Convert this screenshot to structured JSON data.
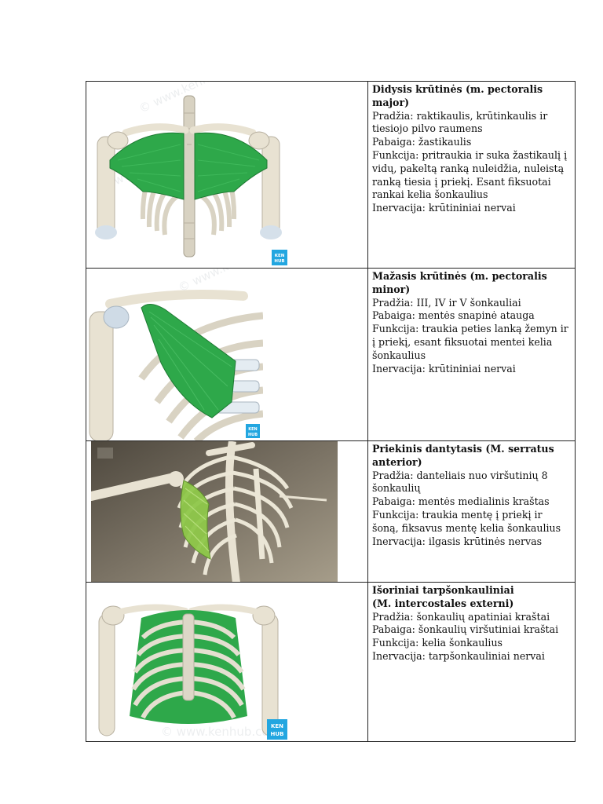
{
  "colors": {
    "muscle_green": "#2ea84a",
    "muscle_light_green": "#8fc84a",
    "bone": "#e8e2d2",
    "kenhub_blue": "#22a6e0",
    "render_background": "#6a6356"
  },
  "rows": [
    {
      "image": {
        "icon": "pectoralis-major-illustration",
        "watermark": "© www.kenhub.com",
        "logo_top": "KEN",
        "logo_bottom": "HUB"
      },
      "title": "Didysis krūtinės (m. pectoralis major)",
      "lines": [
        "Pradžia: raktikaulis, krūtinkaulis ir tiesiojo pilvo raumens",
        "Pabaiga: žastikaulis",
        "Funkcija:  pritraukia ir suka žastikaulį į vidų, pakeltą ranką nuleidžia, nuleistą ranką tiesia į priekį. Esant fiksuotai rankai kelia šonkaulius",
        "Inervacija: krūtininiai nervai"
      ]
    },
    {
      "image": {
        "icon": "pectoralis-minor-illustration",
        "watermark": "© www.kenhub.com",
        "logo_top": "KEN",
        "logo_bottom": "HUB"
      },
      "title": "Mažasis krūtinės (m. pectoralis minor)",
      "lines": [
        "Pradžia: III, IV ir V šonkauliai",
        "Pabaiga: mentės snapinė atauga",
        "Funkcija: traukia peties lanką žemyn ir į priekį, esant fiksuotai mentei kelia šonkaulius",
        "Inervacija: krūtininiai nervai"
      ]
    },
    {
      "image": {
        "icon": "serratus-anterior-3d-render"
      },
      "title": "Priekinis dantytasis (M. serratus anterior)",
      "lines": [
        "Pradžia: danteliais nuo viršutinių 8 šonkaulių",
        "Pabaiga: mentės medialinis kraštas",
        "Funkcija:  traukia mentę į priekį ir šoną, fiksavus mentę kelia šonkaulius",
        "Inervacija: ilgasis krūtinės nervas"
      ]
    },
    {
      "image": {
        "icon": "intercostales-externi-illustration",
        "watermark": "© www.kenhub.com",
        "logo_top": "KEN",
        "logo_bottom": "HUB"
      },
      "title": "Išoriniai tarpšonkauliniai\n(M. intercostales externi)",
      "lines": [
        "Pradžia: šonkaulių apatiniai kraštai",
        "Pabaiga: šonkaulių viršutiniai kraštai",
        "Funkcija: kelia šonkaulius",
        "Inervacija: tarpšonkauliniai nervai"
      ]
    }
  ]
}
